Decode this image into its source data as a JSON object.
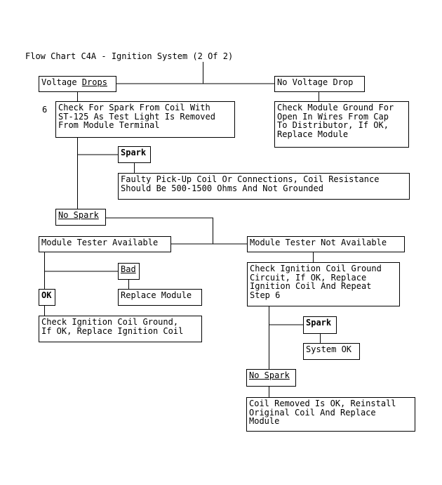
{
  "title": "Flow Chart C4A - Ignition System (2 Of 2)",
  "step_number": "6",
  "nodes": {
    "voltage_drops": {
      "prefix": "Voltage ",
      "underlined": "Drops"
    },
    "no_voltage_drop": "No Voltage Drop",
    "check_spark": "Check For Spark From Coil With\nST-125 As Test Light Is Removed\nFrom Module Terminal",
    "check_module_ground": "Check Module Ground For\nOpen In Wires From Cap\nTo Distributor, If OK,\nReplace Module",
    "spark_1": "Spark",
    "faulty_pickup": "Faulty Pick-Up Coil Or Connections, Coil Resistance\nShould Be 500-1500 Ohms And Not Grounded",
    "no_spark_1": "No Spark",
    "module_tester_available": "Module Tester Available",
    "module_tester_not_available": "Module Tester Not Available",
    "bad": "Bad",
    "ok": "OK",
    "replace_module": "Replace Module",
    "check_coil_ground_circuit": "Check Ignition Coil Ground\nCircuit, If OK, Replace\nIgnition Coil And Repeat\nStep 6",
    "check_coil_ground": "Check Ignition Coil Ground,\nIf OK, Replace Ignition Coil",
    "spark_2": "Spark",
    "system_ok": "System OK",
    "no_spark_2": "No Spark",
    "coil_removed": "Coil Removed Is OK, Reinstall\nOriginal Coil And Replace\nModule"
  },
  "colors": {
    "line": "#000000",
    "background": "#ffffff"
  }
}
